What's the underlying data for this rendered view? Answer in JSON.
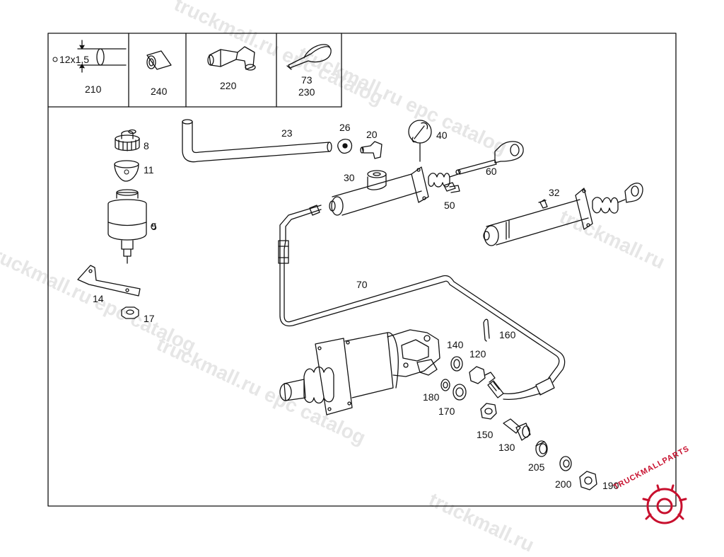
{
  "watermark": {
    "text_a": "truckmall.ru epc catalog",
    "text_b": "truckmall.ru"
  },
  "legend": {
    "cell1_dim": "12x1,5",
    "cell1_num": "210",
    "cell2_num": "240",
    "cell3_num": "220",
    "cell4_num_a": "73",
    "cell4_num_b": "230"
  },
  "parts": {
    "p8": "8",
    "p11": "11",
    "p5": "5",
    "p14": "14",
    "p17": "17",
    "p23": "23",
    "p26": "26",
    "p20": "20",
    "p40": "40",
    "p30": "30",
    "p60": "60",
    "p50": "50",
    "p32": "32",
    "p70": "70",
    "p160": "160",
    "p140": "140",
    "p120": "120",
    "p180": "180",
    "p170": "170",
    "p150": "150",
    "p130": "130",
    "p205": "205",
    "p200": "200",
    "p190": "190"
  },
  "brand": {
    "name": "TRUCKMALLPARTS",
    "accent": "#c8102e"
  }
}
